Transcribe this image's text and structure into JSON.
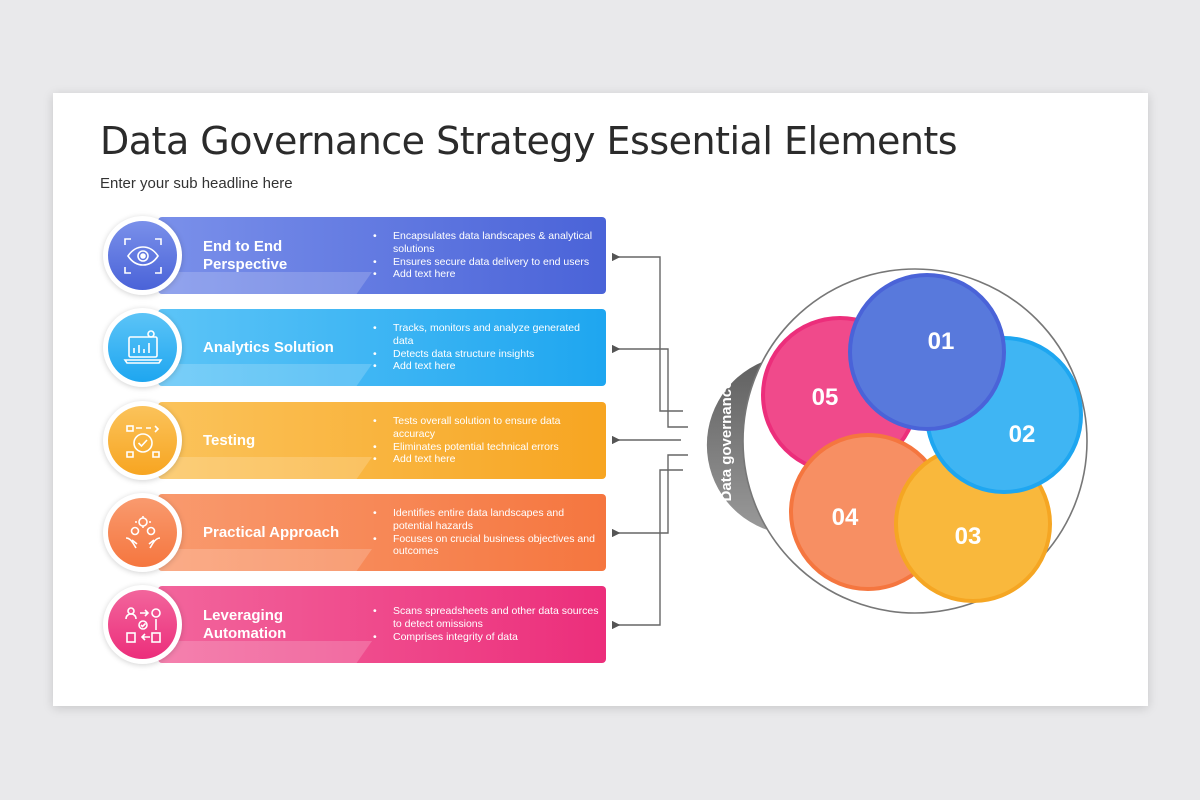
{
  "slide": {
    "title": "Data Governance Strategy Essential Elements",
    "subtitle": "Enter your sub headline here"
  },
  "rows": [
    {
      "label": "End to End Perspective",
      "icon": "eye-scan-icon",
      "color_start": "#4a63d8",
      "color_end": "#7a90ea",
      "bullets": [
        "Encapsulates data landscapes & analytical solutions",
        "Ensures secure data delivery to end users",
        "Add text here"
      ]
    },
    {
      "label": "Analytics Solution",
      "icon": "laptop-chart-icon",
      "color_start": "#1ea6f0",
      "color_end": "#5cc4f7",
      "bullets": [
        "Tracks, monitors and analyze generated data",
        "Detects data structure insights",
        "Add text here"
      ]
    },
    {
      "label": "Testing",
      "icon": "testing-check-icon",
      "color_start": "#f7a521",
      "color_end": "#fbc35b",
      "bullets": [
        "Tests overall solution to ensure data accuracy",
        "Eliminates potential technical errors",
        "Add text here"
      ]
    },
    {
      "label": "Practical Approach",
      "icon": "hands-gears-icon",
      "color_start": "#f5763f",
      "color_end": "#f99a6e",
      "bullets": [
        "Identifies entire data landscapes and potential hazards",
        "Focuses on crucial business objectives and outcomes"
      ]
    },
    {
      "label": "Leveraging Automation",
      "icon": "automation-flow-icon",
      "color_start": "#ec2e7b",
      "color_end": "#f2659c",
      "bullets": [
        "Scans spreadsheets and other data sources to detect omissions",
        "Comprises integrity of data"
      ]
    }
  ],
  "hub": {
    "label": "Data governance",
    "color": "#6d6d6d"
  },
  "petals": [
    {
      "number": "01",
      "color": "#5879dc",
      "stroke": "#4a63d8"
    },
    {
      "number": "02",
      "color": "#3fb5f3",
      "stroke": "#1ea6f0"
    },
    {
      "number": "03",
      "color": "#f9b83c",
      "stroke": "#f5a623"
    },
    {
      "number": "04",
      "color": "#f78f63",
      "stroke": "#f5763f"
    },
    {
      "number": "05",
      "color": "#f04a8b",
      "stroke": "#ec2e7b"
    }
  ]
}
